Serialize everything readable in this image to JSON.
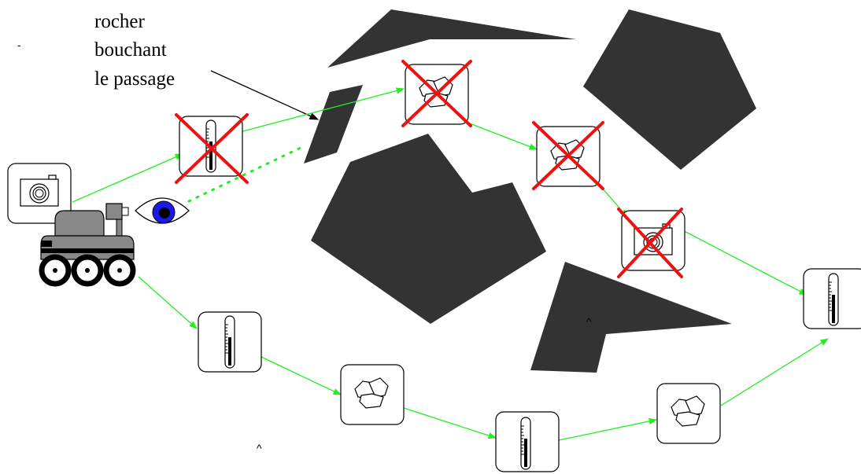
{
  "annotation": {
    "lines": [
      "rocher",
      "bouchant",
      "le passage"
    ],
    "stray_marks": [
      "-",
      "^",
      "^"
    ]
  },
  "colors": {
    "path_active": "#22ee22",
    "cancel_cross": "#ee1111",
    "rock": "#333333",
    "rover_body": "#888888",
    "eye_iris": "#1a1aee",
    "card_border": "#000000"
  },
  "icons": {
    "camera": "camera-icon",
    "thermometer": "thermometer-icon",
    "rocks": "rock-sample-icon",
    "eye": "eye-icon",
    "rover": "rover-icon",
    "cancel": "cancel-cross-icon"
  },
  "plan": {
    "cancelled_tasks": [
      "thermometer",
      "rocks",
      "rocks",
      "camera"
    ],
    "new_tasks": [
      "thermometer",
      "rocks",
      "thermometer",
      "rocks"
    ],
    "goal_task": "thermometer"
  }
}
